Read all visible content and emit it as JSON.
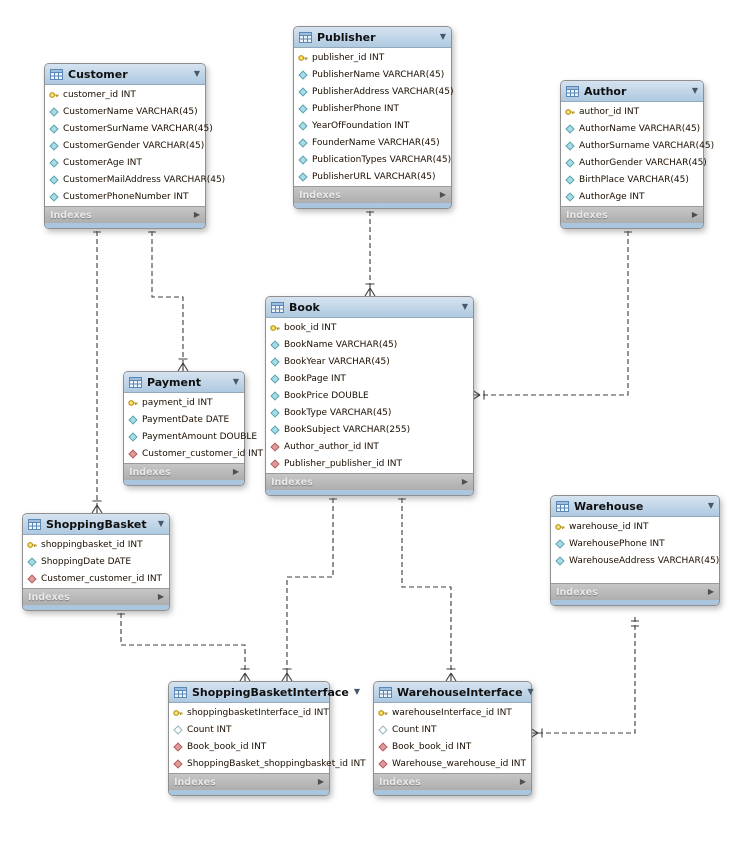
{
  "diagram": {
    "footer_label": "Indexes",
    "tables": [
      {
        "id": "customer",
        "title": "Customer",
        "columns": [
          {
            "icon": "pk",
            "label": "customer_id INT"
          },
          {
            "icon": "attr",
            "label": "CustomerName VARCHAR(45)"
          },
          {
            "icon": "attr",
            "label": "CustomerSurName VARCHAR(45)"
          },
          {
            "icon": "attr",
            "label": "CustomerGender VARCHAR(45)"
          },
          {
            "icon": "attr",
            "label": "CustomerAge INT"
          },
          {
            "icon": "attr",
            "label": "CustomerMailAddress VARCHAR(45)"
          },
          {
            "icon": "attr",
            "label": "CustomerPhoneNumber INT"
          }
        ]
      },
      {
        "id": "publisher",
        "title": "Publisher",
        "columns": [
          {
            "icon": "pk",
            "label": "publisher_id INT"
          },
          {
            "icon": "attr",
            "label": "PublisherName VARCHAR(45)"
          },
          {
            "icon": "attr",
            "label": "PublisherAddress VARCHAR(45)"
          },
          {
            "icon": "attr",
            "label": "PublisherPhone INT"
          },
          {
            "icon": "attr",
            "label": "YearOfFoundation INT"
          },
          {
            "icon": "attr",
            "label": "FounderName VARCHAR(45)"
          },
          {
            "icon": "attr",
            "label": "PublicationTypes VARCHAR(45)"
          },
          {
            "icon": "attr",
            "label": "PublisherURL VARCHAR(45)"
          }
        ]
      },
      {
        "id": "author",
        "title": "Author",
        "columns": [
          {
            "icon": "pk",
            "label": "author_id INT"
          },
          {
            "icon": "attr",
            "label": "AuthorName VARCHAR(45)"
          },
          {
            "icon": "attr",
            "label": "AuthorSurname VARCHAR(45)"
          },
          {
            "icon": "attr",
            "label": "AuthorGender VARCHAR(45)"
          },
          {
            "icon": "attr",
            "label": "BirthPlace VARCHAR(45)"
          },
          {
            "icon": "attr",
            "label": "AuthorAge INT"
          }
        ]
      },
      {
        "id": "book",
        "title": "Book",
        "columns": [
          {
            "icon": "pk",
            "label": "book_id INT"
          },
          {
            "icon": "attr",
            "label": "BookName VARCHAR(45)"
          },
          {
            "icon": "attr",
            "label": "BookYear VARCHAR(45)"
          },
          {
            "icon": "attr",
            "label": "BookPage INT"
          },
          {
            "icon": "attr",
            "label": "BookPrice DOUBLE"
          },
          {
            "icon": "attr",
            "label": "BookType VARCHAR(45)"
          },
          {
            "icon": "attr",
            "label": "BookSubject VARCHAR(255)"
          },
          {
            "icon": "fk",
            "label": "Author_author_id INT"
          },
          {
            "icon": "fk",
            "label": "Publisher_publisher_id INT"
          }
        ]
      },
      {
        "id": "payment",
        "title": "Payment",
        "columns": [
          {
            "icon": "pk",
            "label": "payment_id INT"
          },
          {
            "icon": "attr",
            "label": "PaymentDate DATE"
          },
          {
            "icon": "attr",
            "label": "PaymentAmount DOUBLE"
          },
          {
            "icon": "fk",
            "label": "Customer_customer_id INT"
          }
        ]
      },
      {
        "id": "shoppingbasket",
        "title": "ShoppingBasket",
        "columns": [
          {
            "icon": "pk",
            "label": "shoppingbasket_id INT"
          },
          {
            "icon": "attr",
            "label": "ShoppingDate DATE"
          },
          {
            "icon": "fk",
            "label": "Customer_customer_id INT"
          }
        ]
      },
      {
        "id": "warehouse",
        "title": "Warehouse",
        "columns": [
          {
            "icon": "pk",
            "label": "warehouse_id INT"
          },
          {
            "icon": "attr",
            "label": "WarehousePhone INT"
          },
          {
            "icon": "attr",
            "label": "WarehouseAddress VARCHAR(45)"
          }
        ]
      },
      {
        "id": "shoppingbasketinterface",
        "title": "ShoppingBasketInterface",
        "columns": [
          {
            "icon": "pk",
            "label": "shoppingbasketInterface_id INT"
          },
          {
            "icon": "open",
            "label": "Count INT"
          },
          {
            "icon": "fk",
            "label": "Book_book_id INT"
          },
          {
            "icon": "fk",
            "label": "ShoppingBasket_shoppingbasket_id INT"
          }
        ]
      },
      {
        "id": "warehouseinterface",
        "title": "WarehouseInterface",
        "columns": [
          {
            "icon": "pk",
            "label": "warehouseInterface_id INT"
          },
          {
            "icon": "open",
            "label": "Count INT"
          },
          {
            "icon": "fk",
            "label": "Book_book_id INT"
          },
          {
            "icon": "fk",
            "label": "Warehouse_warehouse_id INT"
          }
        ]
      }
    ],
    "relationships": [
      {
        "from": "Customer",
        "to": "ShoppingBasket",
        "from_card": "one",
        "to_card": "many"
      },
      {
        "from": "Customer",
        "to": "Payment",
        "from_card": "one",
        "to_card": "many"
      },
      {
        "from": "Publisher",
        "to": "Book",
        "from_card": "one",
        "to_card": "many"
      },
      {
        "from": "Author",
        "to": "Book",
        "from_card": "one",
        "to_card": "many"
      },
      {
        "from": "Book",
        "to": "ShoppingBasketInterface",
        "from_card": "one",
        "to_card": "many"
      },
      {
        "from": "Book",
        "to": "WarehouseInterface",
        "from_card": "one",
        "to_card": "many"
      },
      {
        "from": "ShoppingBasket",
        "to": "ShoppingBasketInterface",
        "from_card": "one",
        "to_card": "many"
      },
      {
        "from": "Warehouse",
        "to": "WarehouseInterface",
        "from_card": "one",
        "to_card": "many"
      }
    ],
    "colors": {
      "header": "#aec9e0",
      "footer": "#b5b5b5",
      "strip": "#a9c6de",
      "line": "#3c3c3c",
      "pk_icon": "#f6d345",
      "attr_icon": "#a7dde6",
      "fk_icon": "#e09a98",
      "open_icon": "#ffffff"
    }
  }
}
